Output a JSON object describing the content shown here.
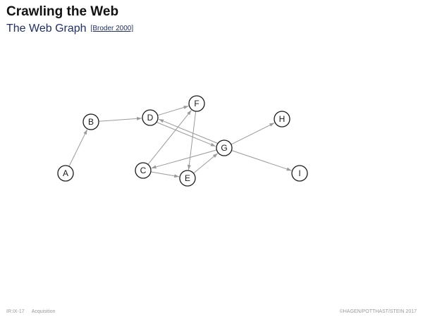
{
  "slide": {
    "title": "Crawling the Web",
    "subtitle": "The Web Graph",
    "citation": "[Broder 2000]"
  },
  "graph": {
    "nodes": [
      "A",
      "B",
      "C",
      "D",
      "E",
      "F",
      "G",
      "H",
      "I"
    ],
    "edges": [
      [
        "A",
        "B"
      ],
      [
        "B",
        "D"
      ],
      [
        "D",
        "F"
      ],
      [
        "D",
        "G"
      ],
      [
        "G",
        "D"
      ],
      [
        "C",
        "F"
      ],
      [
        "C",
        "E"
      ],
      [
        "F",
        "E"
      ],
      [
        "E",
        "G"
      ],
      [
        "G",
        "C"
      ],
      [
        "G",
        "H"
      ],
      [
        "G",
        "I"
      ]
    ]
  },
  "footer": {
    "course": "IR:IX-17",
    "section": "Acquisition",
    "copyright": "©HAGEN/POTTHAST/STEIN 2017"
  }
}
